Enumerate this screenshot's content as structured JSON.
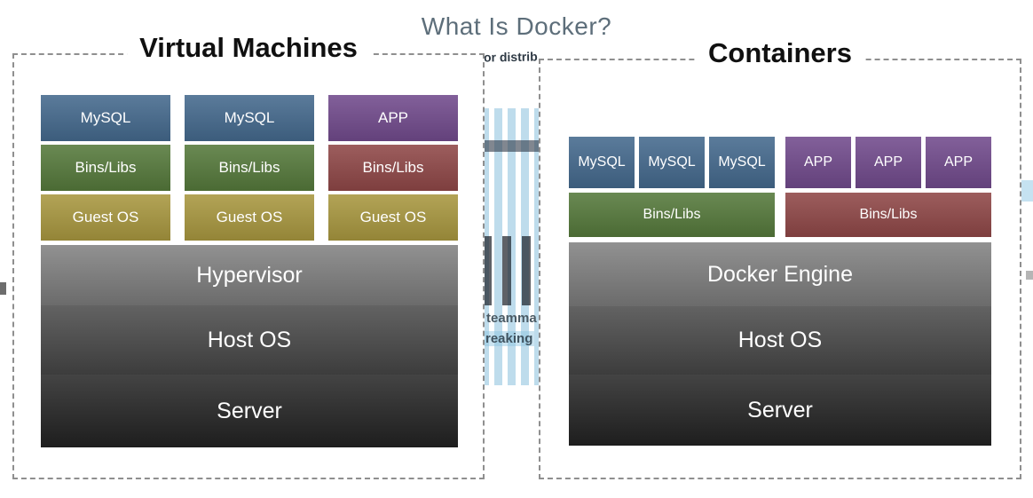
{
  "title": "What Is Docker?",
  "background": {
    "fragments": [
      "or distrib",
      "teamma",
      "reaking"
    ]
  },
  "colors": {
    "mysql_blue": "#44698D",
    "app_purple": "#714A8C",
    "bins_green": "#55793B",
    "bins_red": "#8F4747",
    "guest_olive": "#A8973F",
    "hypervisor_gray": "#7E7E7E",
    "engine_gray": "#7E7E7E",
    "hostos_gray": "#474747",
    "server_black": "#232323",
    "dash_border": "#8F8F8F"
  },
  "vm_panel": {
    "title": "Virtual Machines",
    "columns": [
      {
        "top": "MySQL",
        "mid": "Bins/Libs",
        "bottom": "Guest OS"
      },
      {
        "top": "MySQL",
        "mid": "Bins/Libs",
        "bottom": "Guest OS"
      },
      {
        "top": "APP",
        "mid": "Bins/Libs",
        "bottom": "Guest OS"
      }
    ],
    "layers": {
      "hypervisor": "Hypervisor",
      "host_os": "Host OS",
      "server": "Server"
    }
  },
  "containers_panel": {
    "title": "Containers",
    "groups": [
      {
        "apps": [
          "MySQL",
          "MySQL",
          "MySQL"
        ],
        "libs": "Bins/Libs"
      },
      {
        "apps": [
          "APP",
          "APP",
          "APP"
        ],
        "libs": "Bins/Libs"
      }
    ],
    "layers": {
      "engine": "Docker Engine",
      "host_os": "Host OS",
      "server": "Server"
    }
  }
}
